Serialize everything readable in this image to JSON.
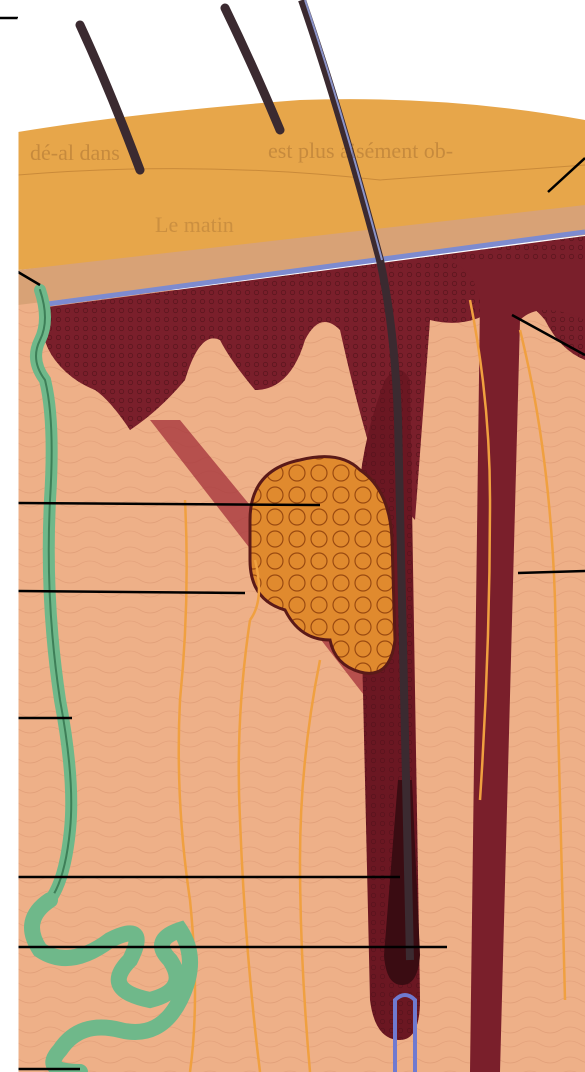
{
  "figure": {
    "subject": "skin cross-section with hair follicle, sebaceous gland, sweat gland and nerves",
    "background_text": {
      "line_1": "est plus aisément ob-",
      "line_1b": "dé-al dans",
      "line_2": "Le matin"
    },
    "callout_lines_count": 11
  },
  "colors": {
    "page": "#ffffff",
    "epidermis_surface": "#e7a64a",
    "epidermis_band": "#d8a276",
    "basal_line": "#7d8bd0",
    "dermis_papillae": "#7a1f2b",
    "dermis": "#eeb088",
    "follicle": "#6b1722",
    "follicle_inner": "#3a0c12",
    "sebaceous_gland": "#e08a2e",
    "sweat_gland": "#6fb88a",
    "nerve": "#f0a040",
    "hair": "#3b2a30",
    "leader_line": "#000000"
  }
}
